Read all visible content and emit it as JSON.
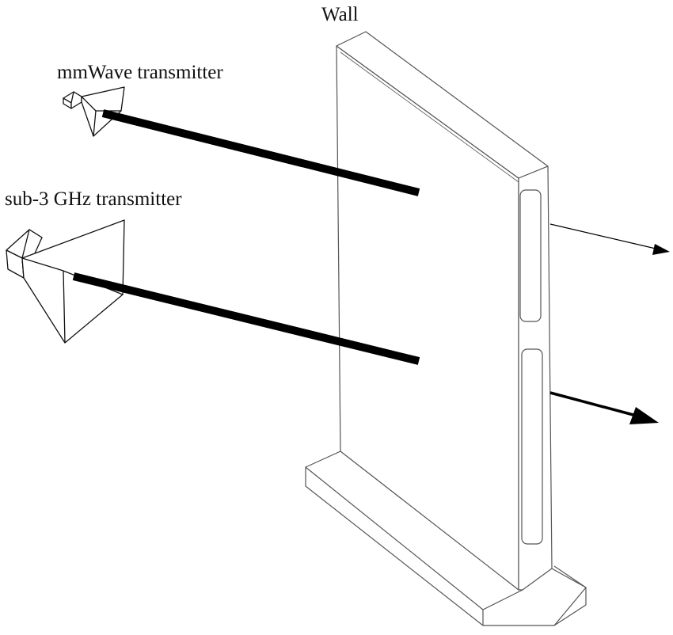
{
  "labels": {
    "wall": "Wall",
    "mmwave_transmitter": "mmWave transmitter",
    "sub3_transmitter": "sub-3 GHz transmitter"
  },
  "colors": {
    "ink": "#111111",
    "wall_line": "#555555",
    "beam": "#000000",
    "background": "#ffffff"
  },
  "icons": {
    "mmwave_antenna": "horn-antenna-icon",
    "sub3_antenna": "horn-antenna-icon"
  }
}
